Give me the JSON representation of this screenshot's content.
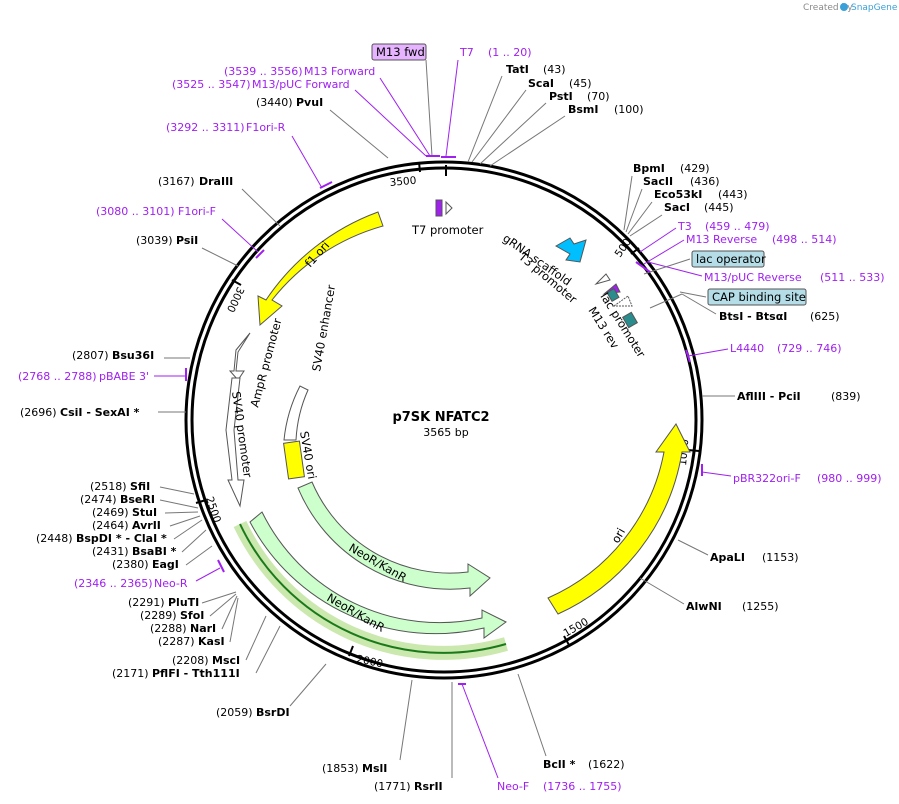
{
  "header": {
    "credit": "Created by",
    "brand": "SnapGene"
  },
  "map": {
    "name": "p7SK NFATC2",
    "length": "3565 bp",
    "ticks": [
      "500",
      "1000",
      "1500",
      "2000",
      "2500",
      "3000",
      "3500"
    ]
  },
  "features": [
    {
      "name": "f1 ori"
    },
    {
      "name": "AmpR promoter"
    },
    {
      "name": "SV40 promoter"
    },
    {
      "name": "SV40 enhancer"
    },
    {
      "name": "SV40 ori"
    },
    {
      "name": "NeoR/KanR"
    },
    {
      "name": "NeoR/KanR"
    },
    {
      "name": "ori"
    },
    {
      "name": "T7 promoter"
    },
    {
      "name": "gRNA scaffold"
    },
    {
      "name": "T3 promoter"
    },
    {
      "name": "lac promoter"
    },
    {
      "name": "M13 rev"
    }
  ],
  "boxed_labels": [
    {
      "name": "M13 fwd"
    },
    {
      "name": "lac operator"
    },
    {
      "name": "CAP binding site"
    }
  ],
  "enzymes": [
    {
      "pos": "(43)",
      "name": "TatI"
    },
    {
      "pos": "(45)",
      "name": "ScaI"
    },
    {
      "pos": "(70)",
      "name": "PstI"
    },
    {
      "pos": "(100)",
      "name": "BsmI"
    },
    {
      "pos": "(429)",
      "name": "BpmI"
    },
    {
      "pos": "(436)",
      "name": "SacII"
    },
    {
      "pos": "(443)",
      "name": "Eco53kI"
    },
    {
      "pos": "(445)",
      "name": "SacI"
    },
    {
      "pos": "(625)",
      "name": "BtsI - BtsαI"
    },
    {
      "pos": "(839)",
      "name": "AflIII - PciI"
    },
    {
      "pos": "(1153)",
      "name": "ApaLI"
    },
    {
      "pos": "(1255)",
      "name": "AlwNI"
    },
    {
      "pos": "(1622)",
      "name": "BclI *"
    },
    {
      "pos": "(1771)",
      "name": "RsrII"
    },
    {
      "pos": "(1853)",
      "name": "MslI"
    },
    {
      "pos": "(2059)",
      "name": "BsrDI"
    },
    {
      "pos": "(2171)",
      "name": "PflFI - Tth111I"
    },
    {
      "pos": "(2208)",
      "name": "MscI"
    },
    {
      "pos": "(2287)",
      "name": "KasI"
    },
    {
      "pos": "(2288)",
      "name": "NarI"
    },
    {
      "pos": "(2289)",
      "name": "SfoI"
    },
    {
      "pos": "(2291)",
      "name": "PluTI"
    },
    {
      "pos": "(2380)",
      "name": "EagI"
    },
    {
      "pos": "(2431)",
      "name": "BsaBI *"
    },
    {
      "pos": "(2448)",
      "name": "BspDI * - ClaI *"
    },
    {
      "pos": "(2464)",
      "name": "AvrII"
    },
    {
      "pos": "(2469)",
      "name": "StuI"
    },
    {
      "pos": "(2474)",
      "name": "BseRI"
    },
    {
      "pos": "(2518)",
      "name": "SfiI"
    },
    {
      "pos": "(2696)",
      "name": "CsiI - SexAI *"
    },
    {
      "pos": "(2807)",
      "name": "Bsu36I"
    },
    {
      "pos": "(3039)",
      "name": "PsiI"
    },
    {
      "pos": "(3167)",
      "name": "DraIII"
    },
    {
      "pos": "(3440)",
      "name": "PvuI"
    }
  ],
  "primers": [
    {
      "name": "T7",
      "range": "(1 .. 20)"
    },
    {
      "name": "T3",
      "range": "(459 .. 479)"
    },
    {
      "name": "M13 Reverse",
      "range": "(498 .. 514)"
    },
    {
      "name": "M13/pUC Reverse",
      "range": "(511 .. 533)"
    },
    {
      "name": "L4440",
      "range": "(729 .. 746)"
    },
    {
      "name": "pBR322ori-F",
      "range": "(980 .. 999)"
    },
    {
      "name": "Neo-F",
      "range": "(1736 .. 1755)"
    },
    {
      "name": "Neo-R",
      "range": "(2346 .. 2365)"
    },
    {
      "name": "pBABE 3'",
      "range": "(2768 .. 2788)"
    },
    {
      "name": "F1ori-F",
      "range": "(3080 .. 3101)"
    },
    {
      "name": "F1ori-R",
      "range": "(3292 .. 3311)"
    },
    {
      "name": "M13/pUC Forward",
      "range": "(3525 .. 3547)"
    },
    {
      "name": "M13 Forward",
      "range": "(3539 .. 3556)"
    }
  ],
  "colors": {
    "backbone": "#000000",
    "f1_ori": "#ffff00",
    "ori": "#ffff00",
    "neo": "#ccffcc",
    "promoter": "#ffffff",
    "primer": "#a020f0",
    "gRNA": "#00bfff",
    "lac_operator_box": "#b4dde8",
    "cap_box": "#b4dde8",
    "m13fwd_box": "#e6b3ff",
    "teal": "#2a8c8c"
  }
}
